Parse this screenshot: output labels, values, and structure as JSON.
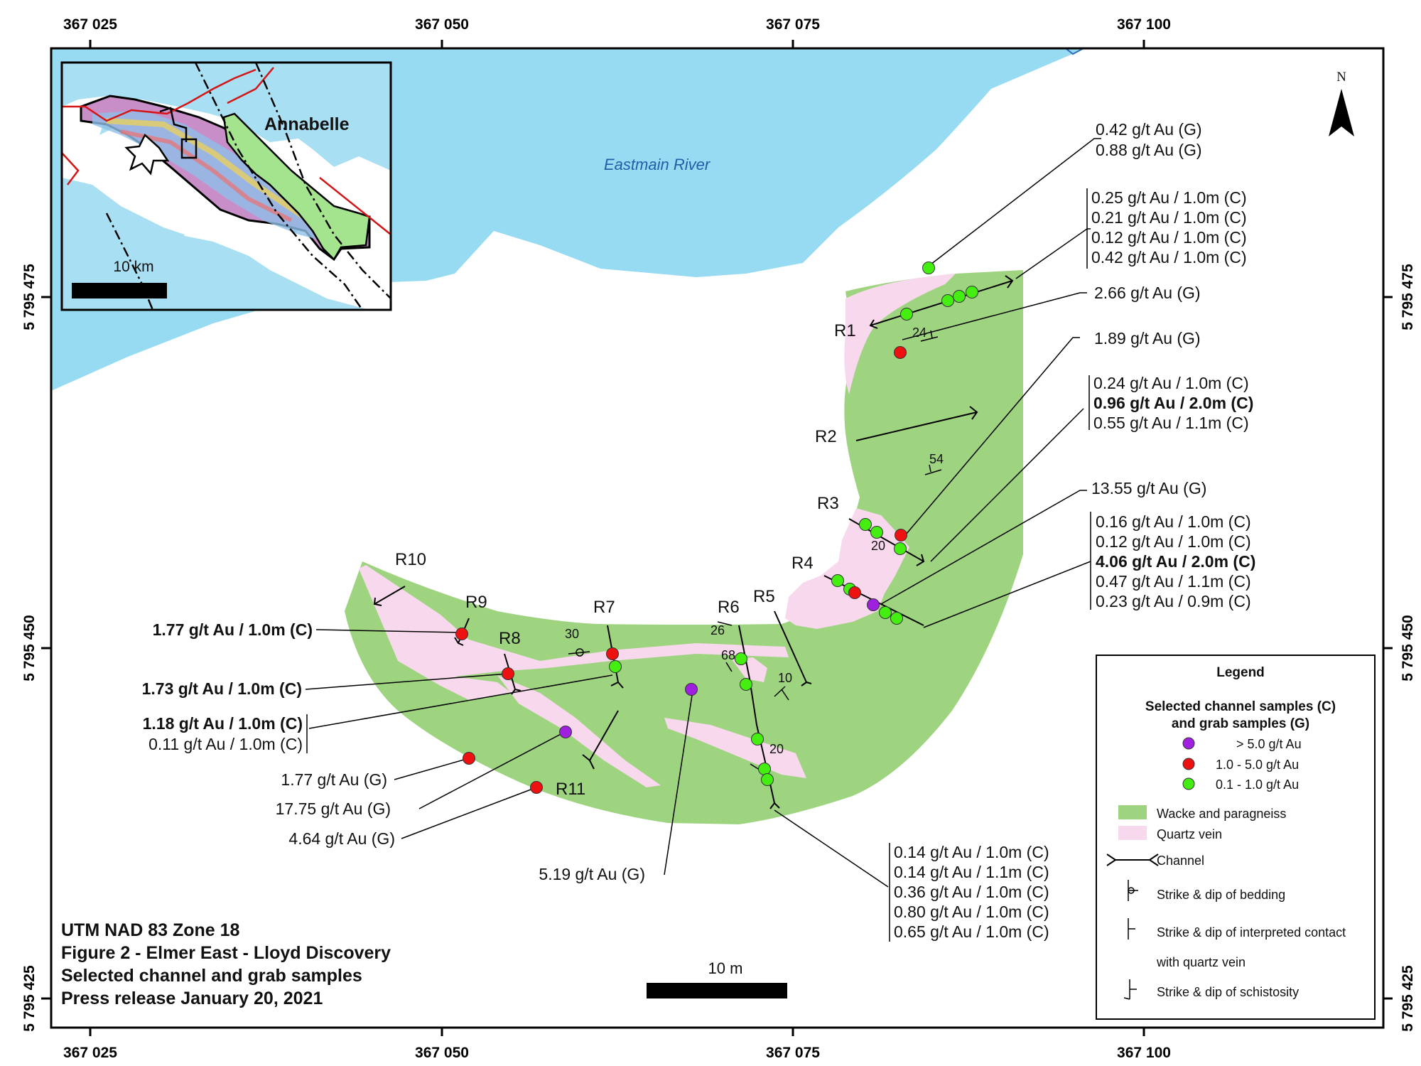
{
  "map": {
    "river_label": "Eastmain River",
    "north_label": "N",
    "scale_label": "10 m",
    "inset": {
      "place_label": "Annabelle",
      "scale_label": "10 km"
    },
    "easting_ticks": [
      "367 025",
      "367 050",
      "367 075",
      "367 100"
    ],
    "northing_ticks": [
      "5 795 475",
      "5 795 450",
      "5 795 425"
    ],
    "title_lines": [
      "UTM NAD 83 Zone 18",
      "Figure 2 - Elmer East - Lloyd Discovery",
      "Selected channel and grab samples",
      "Press release January  20, 2021"
    ]
  },
  "channels": [
    "R1",
    "R2",
    "R3",
    "R4",
    "R5",
    "R6",
    "R7",
    "R8",
    "R9",
    "R10",
    "R11"
  ],
  "dips": [
    "24",
    "54",
    "20",
    "30",
    "26",
    "68",
    "10",
    "20"
  ],
  "samples": {
    "top_grab": [
      "0.42 g/t Au (G)",
      "0.88 g/t Au (G)"
    ],
    "r1_channel": [
      "0.25 g/t Au / 1.0m (C)",
      "0.21 g/t Au / 1.0m (C)",
      "0.12 g/t Au / 1.0m (C)",
      "0.42 g/t Au / 1.0m (C)"
    ],
    "grab_266": "2.66 g/t Au (G)",
    "grab_189": "1.89 g/t Au (G)",
    "r3_channel": [
      "0.24 g/t Au / 1.0m (C)",
      "0.96 g/t Au / 2.0m (C)",
      "0.55 g/t Au / 1.1m (C)"
    ],
    "grab_1355": "13.55 g/t Au (G)",
    "r4_channel": [
      "0.16 g/t Au / 1.0m (C)",
      "0.12 g/t Au / 1.0m (C)",
      "4.06 g/t Au / 2.0m (C)",
      "0.47 g/t Au / 1.1m (C)",
      "0.23 g/t Au / 0.9m (C)"
    ],
    "r9": "1.77 g/t Au / 1.0m (C)",
    "r8": "1.73 g/t Au / 1.0m (C)",
    "r7": [
      "1.18 g/t Au / 1.0m (C)",
      "0.11 g/t Au / 1.0m (C)"
    ],
    "grab_177": "1.77 g/t Au (G)",
    "grab_1775": "17.75 g/t Au (G)",
    "grab_464": "4.64 g/t Au (G)",
    "grab_519": "5.19 g/t Au (G)",
    "r6_channel": [
      "0.14 g/t Au / 1.0m (C)",
      "0.14 g/t Au / 1.1m (C)",
      "0.36 g/t Au / 1.0m (C)",
      "0.80 g/t Au / 1.0m (C)",
      "0.65 g/t Au / 1.0m (C)"
    ]
  },
  "legend": {
    "title": "Legend",
    "samples_heading": [
      "Selected channel samples (C)",
      "and grab samples (G)"
    ],
    "grade_classes": [
      {
        "label": "> 5.0 g/t Au",
        "color": "#a020e0"
      },
      {
        "label": "1.0 - 5.0 g/t Au",
        "color": "#ee1111"
      },
      {
        "label": "0.1 - 1.0 g/t Au",
        "color": "#44ee11"
      }
    ],
    "units": [
      {
        "label": "Wacke and paragneiss",
        "color": "#9ed47f"
      },
      {
        "label": "Quartz vein",
        "color": "#f8d8ec"
      }
    ],
    "symbols": [
      "Channel",
      "Strike & dip of bedding",
      "Strike & dip of interpreted contact",
      "with quartz vein",
      "Strike & dip of schistosity"
    ]
  },
  "colors": {
    "river": "#97dbf2",
    "rock": "#9ed47f",
    "vein": "#f8d8ec",
    "high": "#a020e0",
    "mid": "#ee1111",
    "low": "#44ee11"
  }
}
